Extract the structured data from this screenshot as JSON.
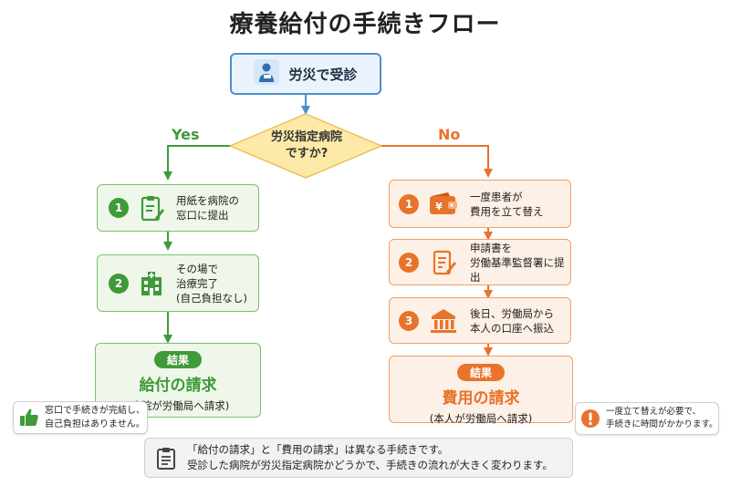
{
  "title": "療養給付の手続きフロー",
  "start": {
    "label": "労災で受診",
    "icon": "injured-worker-icon"
  },
  "decision": {
    "line1": "労災指定病院",
    "line2": "ですか?"
  },
  "branches": {
    "yes": "Yes",
    "no": "No"
  },
  "yes_steps": [
    {
      "num": "1",
      "icon": "form-clipboard-icon",
      "lines": [
        "用紙を病院の",
        "窓口に提出"
      ]
    },
    {
      "num": "2",
      "icon": "hospital-icon",
      "lines": [
        "その場で",
        "治療完了",
        "(自己負担なし)"
      ]
    }
  ],
  "no_steps": [
    {
      "num": "1",
      "icon": "wallet-yen-icon",
      "lines": [
        "一度患者が",
        "費用を立て替え"
      ]
    },
    {
      "num": "2",
      "icon": "document-pen-icon",
      "lines": [
        "申請書を",
        "労働基準監督署に提出"
      ]
    },
    {
      "num": "3",
      "icon": "bank-icon",
      "lines": [
        "後日、労働局から",
        "本人の口座へ振込"
      ]
    }
  ],
  "yes_result": {
    "badge": "結果",
    "title": "給付の請求",
    "subtitle": "(病院が労働局へ請求)"
  },
  "no_result": {
    "badge": "結果",
    "title": "費用の請求",
    "subtitle": "(本人が労働局へ請求)"
  },
  "yes_note": {
    "icon": "thumbs-up-icon",
    "lines": [
      "窓口で手続きが完結し、",
      "自己負担はありません。"
    ]
  },
  "no_note": {
    "icon": "exclamation-icon",
    "lines": [
      "一度立て替えが必要で、",
      "手続きに時間がかかります。"
    ]
  },
  "bottom_note": {
    "icon": "clipboard-icon",
    "lines": [
      "「給付の請求」と「費用の請求」は異なる手続きです。",
      "受診した病院が労災指定病院かどうかで、手続きの流れが大きく変わります。"
    ]
  },
  "colors": {
    "blue": "#4a8fd0",
    "green": "#3f9a3a",
    "orange": "#e8732b",
    "yellow": "#fde9a8"
  }
}
